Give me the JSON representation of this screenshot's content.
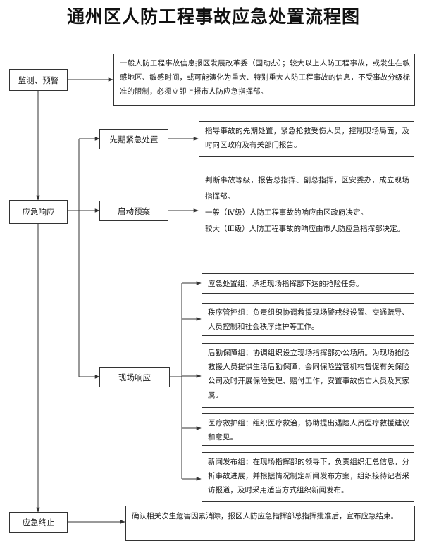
{
  "title": "通州区人防工程事故应急处置流程图",
  "stages": {
    "monitor": "监测、预警",
    "response": "应急响应",
    "end": "应急终止"
  },
  "branches": {
    "initial": "先期紧急处置",
    "plan": "启动预案",
    "onsite": "现场响应"
  },
  "details": {
    "monitor": "一般人防工程事故信息报区发展改革委（国动办）；较大以上人防工程事故，或发生在敏感地区、敏感时间，或可能演化为重大、特别重大人防工程事故的信息，不受事故分级标准的限制，必须立即上报市人防应急指挥部。",
    "initial": "指导事故的先期处置，紧急抢救受伤人员，控制现场局面，及时向区政府及有关部门报告。",
    "plan_1": "判断事故等级，报告总指挥、副总指挥，区安委办，成立现场指挥部。",
    "plan_2": "一般（Ⅳ级）人防工程事故的响应由区政府决定。",
    "plan_3": "较大（Ⅲ级）人防工程事故的响应由市人防应急指挥部决定。",
    "group_1": "应急处置组：承担现场指挥部下达的抢险任务。",
    "group_2": "秩序管控组：负责组织协调救援现场警戒线设置、交通疏导、人员控制和社会秩序维护等工作。",
    "group_3": "后勤保障组：协调组织设立现场指挥部办公场所。为现场抢险救援人员提供生活后勤保障，会同保险监管机构督促有关保险公司及时开展保险受理、赔付工作，安置事故伤亡人员及其家属。",
    "group_4": "医疗救护组：组织医疗救治，协助提出遇险人员医疗救援建议和意见。",
    "group_5": "新闻发布组：在现场指挥部的领导下，负责组织汇总信息，分析事故进展，并根据情况制定新闻发布方案，组织接待记者采访报道，及时采用适当方式组织新闻发布。",
    "end": "确认相关次生危害因素消除，报区人防应急指挥部总指挥批准后，宣布应急结束。"
  }
}
